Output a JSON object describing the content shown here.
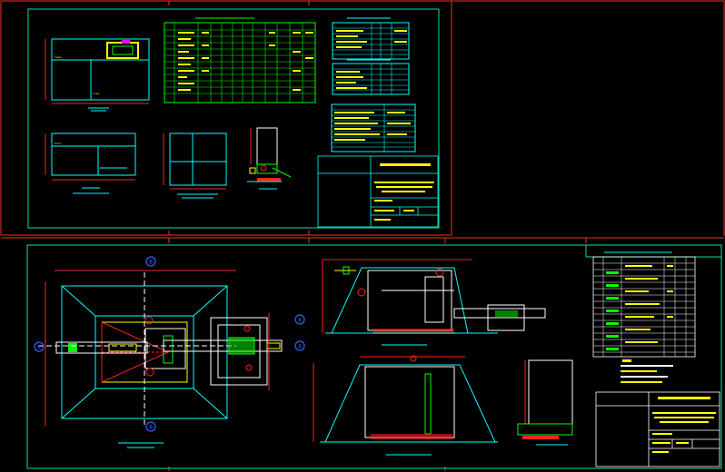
{
  "colors": {
    "background": "#000000",
    "sheet_border": "#ff2a2a",
    "frame": "#00e5a0",
    "cyan": "#00ffff",
    "green": "#00ff00",
    "yellow": "#ffff00",
    "white": "#ffffff",
    "red": "#ff2020",
    "blue": "#3060ff",
    "magenta": "#ff00ff"
  },
  "sheet1": {
    "labels": {
      "view_top": "",
      "view_mid": "",
      "view_section": "",
      "view_detail": ""
    }
  },
  "sheet2": {
    "markers": [
      "B",
      "A",
      "B",
      "A",
      "B"
    ],
    "labels": {
      "plan": "",
      "section_a": "",
      "section_b": "",
      "detail": ""
    }
  }
}
